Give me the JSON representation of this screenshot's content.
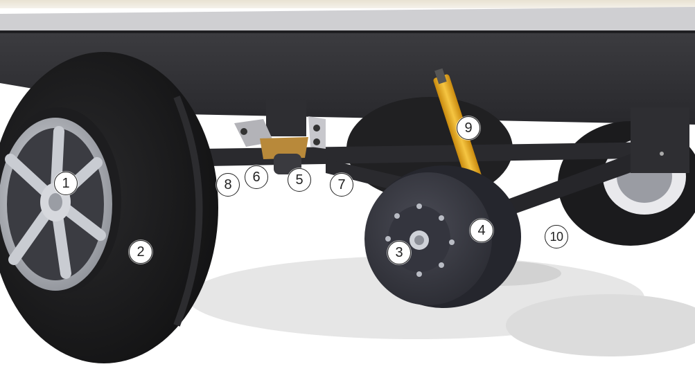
{
  "callouts": {
    "c1": "1",
    "c2": "2",
    "c3": "3",
    "c4": "4",
    "c5": "5",
    "c6": "6",
    "c7": "7",
    "c8": "8",
    "c9": "9",
    "c10": "10"
  },
  "colors": {
    "frame": "#2f2f33",
    "tire": "#1c1c1e",
    "rim": "#b9bcc2",
    "hub": "#3a3b44",
    "shock": "#e0a21a",
    "floor": "#ffffff",
    "shadow": "#d9d9d9"
  }
}
